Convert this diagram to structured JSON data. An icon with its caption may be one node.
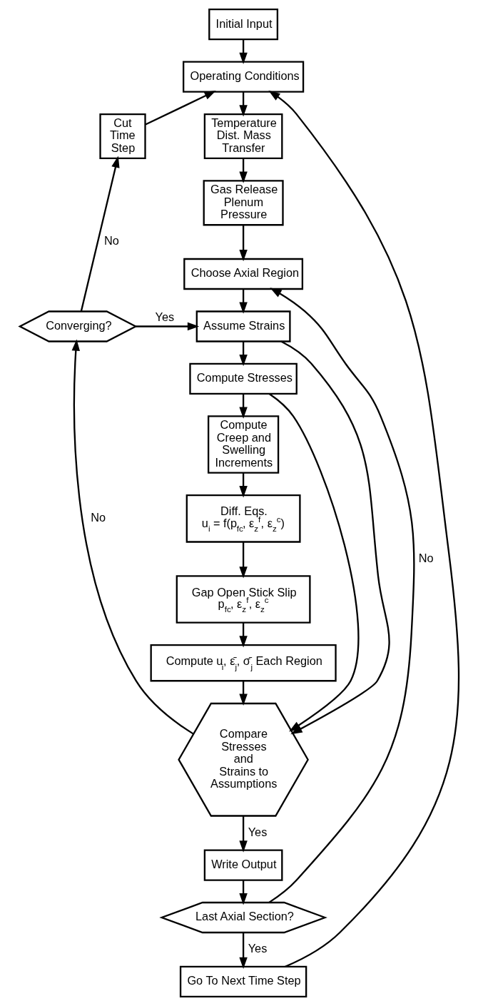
{
  "diagram": {
    "nodes": [
      {
        "text": [
          "Initial Input"
        ]
      },
      {
        "text": [
          "Operating Conditions"
        ]
      },
      {
        "text": [
          "Temperature Dist. Mass Transfer"
        ]
      },
      {
        "text": [
          "Gas Release Plenum Pressure"
        ]
      },
      {
        "text": [
          "Choose Axial Region"
        ]
      },
      {
        "text": [
          "Assume Strains"
        ]
      },
      {
        "text": [
          "Compute Stresses"
        ]
      },
      {
        "text": [
          "Compute Creep and Swelling Increments"
        ]
      },
      {
        "text": [
          "Diff. Eqs.",
          "u$_{i}$ = f(p$_{fc}$, ε$_{z}$$^{f}$, ε$_{z}$$^{c}$)"
        ]
      },
      {
        "text": [
          "Gap Open Stick Slip",
          "p$_{fc}$, ε$_{z}$$^{f}$, ε$_{z}$$^{c}$"
        ]
      },
      {
        "text": [
          "Compute u$_{i}$, ε̄$_{j}$, σ̄$_{j}$ Each Region"
        ]
      },
      {
        "text": [
          "Compare Stresses and Strains to Assumptions"
        ]
      },
      {
        "text": [
          "Write Output"
        ]
      },
      {
        "text": [
          "Last Axial Section?"
        ]
      },
      {
        "text": [
          "Go To Next Time Step"
        ]
      },
      {
        "text": [
          "Converging?"
        ]
      },
      {
        "text": [
          "Cut Time Step"
        ]
      }
    ],
    "edges": [
      {
        "from": 0,
        "to": 1,
        "arrow": "to"
      },
      {
        "from": 1,
        "to": 2,
        "arrow": "to"
      },
      {
        "from": 2,
        "to": 3,
        "arrow": "to"
      },
      {
        "from": 3,
        "to": 4,
        "arrow": "to"
      },
      {
        "from": 4,
        "to": 5,
        "arrow": "to"
      },
      {
        "from": 5,
        "to": 6,
        "arrow": "to"
      },
      {
        "from": 5,
        "to": 11,
        "arrow": "to"
      },
      {
        "from": 6,
        "to": 11,
        "arrow": "to"
      },
      {
        "from": 6,
        "to": 7,
        "arrow": "to"
      },
      {
        "from": 7,
        "to": 8,
        "arrow": "to"
      },
      {
        "from": 8,
        "to": 9,
        "arrow": "to"
      },
      {
        "from": 9,
        "to": 10,
        "arrow": "to"
      },
      {
        "from": 10,
        "to": 11,
        "arrow": "to"
      },
      {
        "from": 11,
        "to": 15,
        "arrow": "to",
        "label": "No"
      },
      {
        "from": 11,
        "to": 12,
        "arrow": "to",
        "label": "Yes"
      },
      {
        "from": 12,
        "to": 13,
        "arrow": "to"
      },
      {
        "from": 13,
        "to": 4,
        "arrow": "to",
        "label": "No"
      },
      {
        "from": 13,
        "to": 14,
        "arrow": "to",
        "label": "Yes"
      },
      {
        "from": 14,
        "to": 1,
        "arrow": "to"
      },
      {
        "from": 15,
        "to": 5,
        "arrow": "to",
        "label": "Yes"
      },
      {
        "from": 15,
        "to": 16,
        "arrow": "to",
        "label": "No"
      },
      {
        "from": 16,
        "to": 1,
        "arrow": "to"
      }
    ]
  }
}
